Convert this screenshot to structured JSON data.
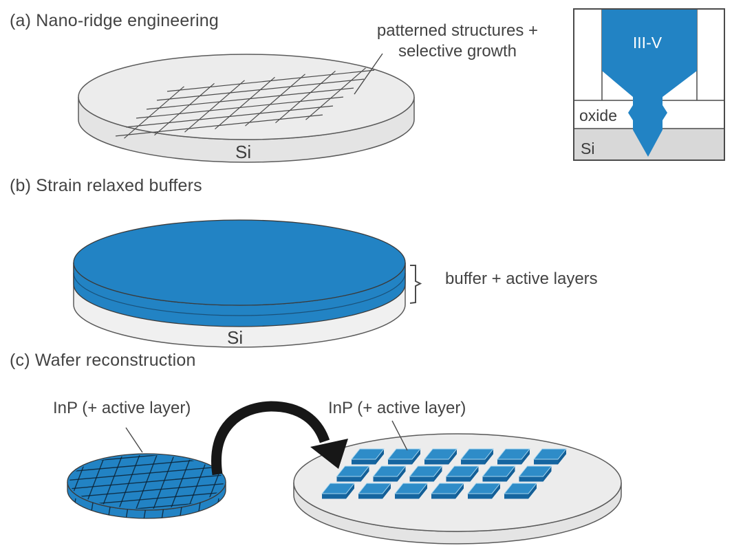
{
  "colors": {
    "blue": "#2283c4",
    "chip_top": "#2e8cc8",
    "chip_front": "#1565a0",
    "chip_side": "#135f97",
    "wafer_grey": "#ececec",
    "wafer_grey_side": "#e4e4e4",
    "si_white": "#f0f0f0",
    "inset_si_grey": "#d8d8d8",
    "outline": "#5a5a5a",
    "dark_outline": "#3a3a3a",
    "grid_line": "#4a4a4a",
    "arrow_black": "#171717",
    "text_grey": "#434343"
  },
  "sections": {
    "a": {
      "title": "(a) Nano-ridge engineering",
      "annotation_line1": "patterned structures +",
      "annotation_line2": "selective growth",
      "wafer_label": "Si",
      "inset": {
        "material": "III-V",
        "oxide_label": "oxide",
        "substrate_label": "Si"
      }
    },
    "b": {
      "title": "(b) Strain relaxed buffers",
      "wafer_label": "Si",
      "annotation": "buffer + active layers"
    },
    "c": {
      "title": "(c) Wafer reconstruction",
      "source_label": "InP (+ active layer)",
      "target_label": "InP (+ active layer)",
      "chiplet_rows": 3,
      "chiplets_per_row": 6
    }
  }
}
